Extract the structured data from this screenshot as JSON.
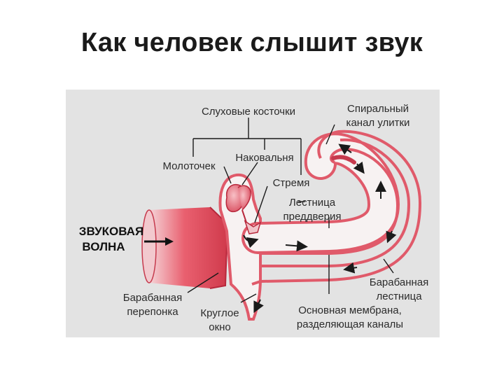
{
  "title": "Как человек слышит звук",
  "labels": {
    "ossicles": "Слуховые косточки",
    "spiral_canal_line1": "Спиральный",
    "spiral_canal_line2": "канал улитки",
    "malleus": "Молоточек",
    "incus": "Наковальня",
    "stapes": "Стремя",
    "scala_vestibuli_line1": "Лестница",
    "scala_vestibuli_line2": "преддверия",
    "sound_wave_line1": "ЗВУКОВАЯ",
    "sound_wave_line2": "ВОЛНА",
    "eardrum_line1": "Барабанная",
    "eardrum_line2": "перепонка",
    "round_window_line1": "Круглое",
    "round_window_line2": "окно",
    "basilar_line1": "Основная мембрана,",
    "basilar_line2": "разделяющая каналы",
    "scala_tympani_line1": "Барабанная",
    "scala_tympani_line2": "лестница"
  },
  "colors": {
    "panel": "#e3e3e3",
    "tissue": "#e05a6a",
    "tissue_dark": "#b8283c",
    "canal_fill": "#f7f2f2"
  }
}
